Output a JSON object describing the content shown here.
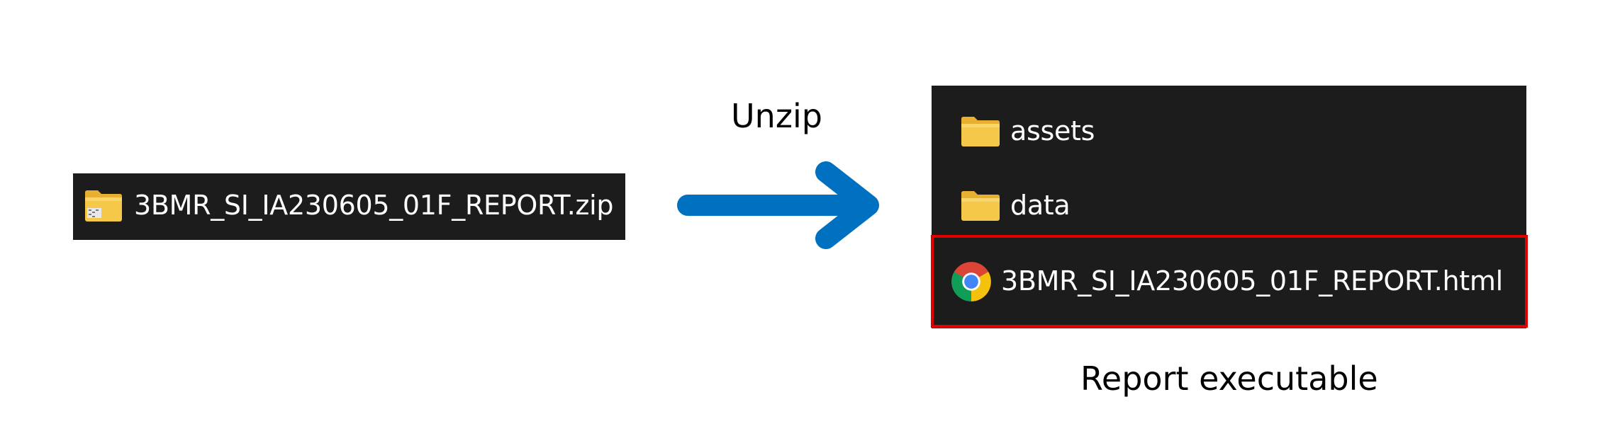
{
  "source": {
    "zip_filename": "3BMR_SI_IA230605_01F_REPORT.zip",
    "zip_icon": "zip-folder-icon"
  },
  "step": {
    "arrow_label": "Unzip",
    "arrow_icon": "right-arrow-icon",
    "arrow_color": "#0070c0"
  },
  "result": {
    "items": [
      {
        "label": "assets",
        "icon": "folder-icon"
      },
      {
        "label": "data",
        "icon": "folder-icon"
      },
      {
        "label": "3BMR_SI_IA230605_01F_REPORT.html",
        "icon": "chrome-icon"
      }
    ],
    "highlight_color": "#e00000",
    "caption": "Report executable"
  }
}
